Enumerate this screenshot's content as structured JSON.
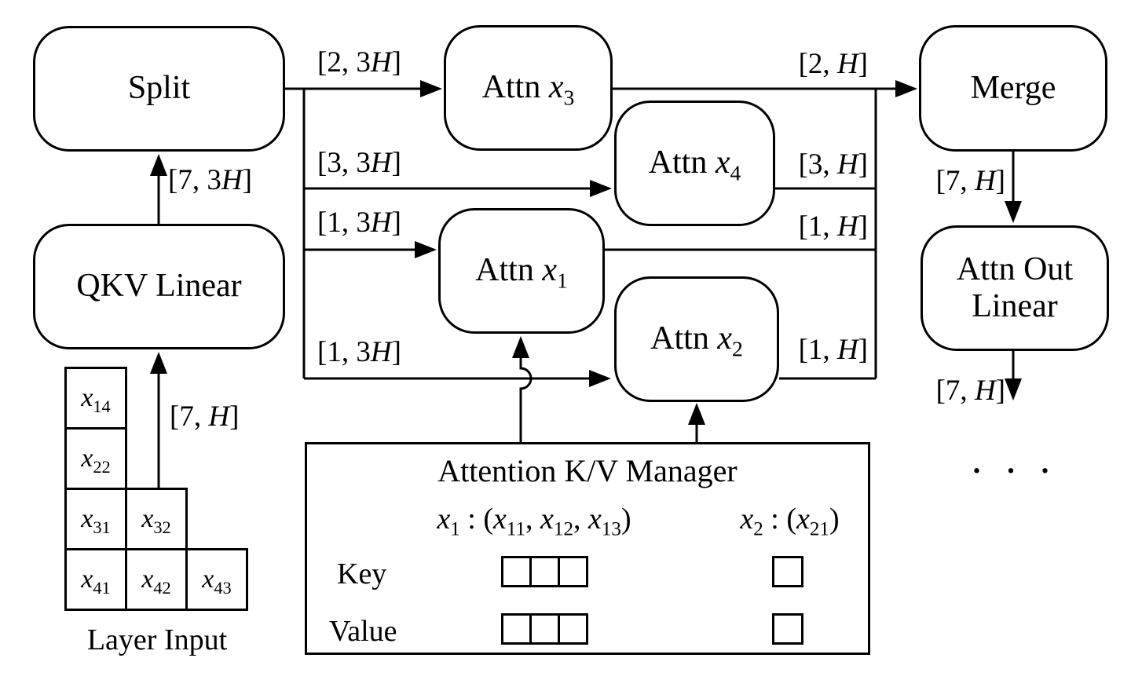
{
  "diagram": {
    "nodes": {
      "split": "Split",
      "qkv_linear": "QKV Linear",
      "attn_x3": "Attn x_3",
      "attn_x4": "Attn x_4",
      "attn_x1": "Attn x_1",
      "attn_x2": "Attn x_2",
      "merge": "Merge",
      "attn_out_linear": "Attn Out Linear"
    },
    "edge_labels": {
      "input_to_qkv": "[7, H]",
      "qkv_to_split": "[7, 3H]",
      "split_to_attn_x3": "[2, 3H]",
      "split_to_attn_x4": "[3, 3H]",
      "split_to_attn_x1": "[1, 3H]",
      "split_to_attn_x2": "[1, 3H]",
      "attn_x3_to_merge": "[2, H]",
      "attn_x4_to_merge": "[3, H]",
      "attn_x1_to_merge": "[1, H]",
      "attn_x2_to_merge": "[1, H]",
      "merge_to_attn_out": "[7, H]",
      "attn_out_output": "[7, H]",
      "continuation": "· · ·"
    },
    "layer_input": {
      "caption": "Layer Input",
      "cells": [
        {
          "label": "x_14"
        },
        {
          "label": "x_22"
        },
        {
          "label": "x_31"
        },
        {
          "label": "x_32"
        },
        {
          "label": "x_41"
        },
        {
          "label": "x_42"
        },
        {
          "label": "x_43"
        }
      ]
    },
    "kv_manager": {
      "title": "Attention K/V Manager",
      "entry1": "x_1 : (x_11, x_12, x_13)",
      "entry2": "x_2 : (x_21)",
      "row1_label": "Key",
      "row2_label": "Value",
      "entry1_slots": 3,
      "entry2_slots": 1
    },
    "colors": {
      "stroke": "#000000",
      "background": "#ffffff"
    }
  }
}
